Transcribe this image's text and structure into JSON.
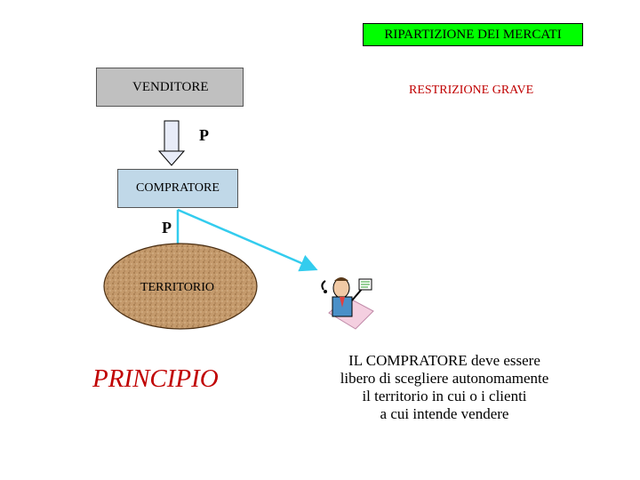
{
  "title": "RIPARTIZIONE DEI MERCATI",
  "seller": "VENDITORE",
  "restriction": "RESTRIZIONE GRAVE",
  "p_top": "P",
  "buyer": "COMPRATORE",
  "p_bottom": "P",
  "territory": "TERRITORIO",
  "principle": "PRINCIPIO",
  "note_lines": [
    "IL COMPRATORE deve essere",
    "libero di scegliere autonomamente",
    "il territorio in cui o i clienti",
    "a cui intende vendere"
  ],
  "colors": {
    "title_bg": "#00ff00",
    "seller_bg": "#c0c0c0",
    "buyer_bg": "#c0d8e8",
    "territory_fill": "#c49a6c",
    "arrow_cyan": "#33ccee",
    "accent_red": "#c00000"
  },
  "icons": {
    "person": "businessman-icon"
  }
}
